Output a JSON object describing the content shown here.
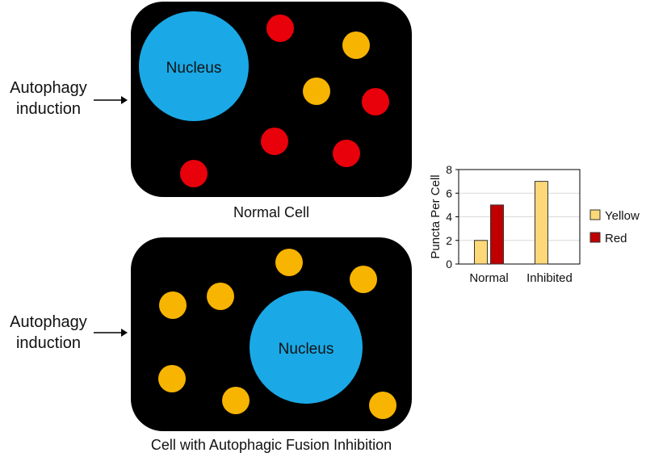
{
  "top_panel": {
    "nucleus_label": "Nucleus",
    "caption": "Normal Cell",
    "side_label_line1": "Autophagy",
    "side_label_line2": "induction"
  },
  "bottom_panel": {
    "nucleus_label": "Nucleus",
    "caption": "Cell with Autophagic Fusion Inhibition",
    "side_label_line1": "Autophagy",
    "side_label_line2": "induction"
  },
  "colors": {
    "cell": "#000000",
    "nucleus": "#1aa9e6",
    "yellow_puncta": "#f7b400",
    "red_puncta": "#e8000b",
    "bar_yellow": "#fcd878",
    "bar_red": "#c00000"
  },
  "chart_data": {
    "type": "bar",
    "categories": [
      "Normal",
      "Inhibited"
    ],
    "series": [
      {
        "name": "Yellow",
        "values": [
          2,
          7
        ],
        "color": "#fcd878"
      },
      {
        "name": "Red",
        "values": [
          5,
          0
        ],
        "color": "#c00000"
      }
    ],
    "ylabel": "Puncta Per Cell",
    "ylim": [
      0,
      8
    ],
    "yticks": [
      0,
      2,
      4,
      6,
      8
    ],
    "grid": true,
    "legend_position": "right"
  }
}
